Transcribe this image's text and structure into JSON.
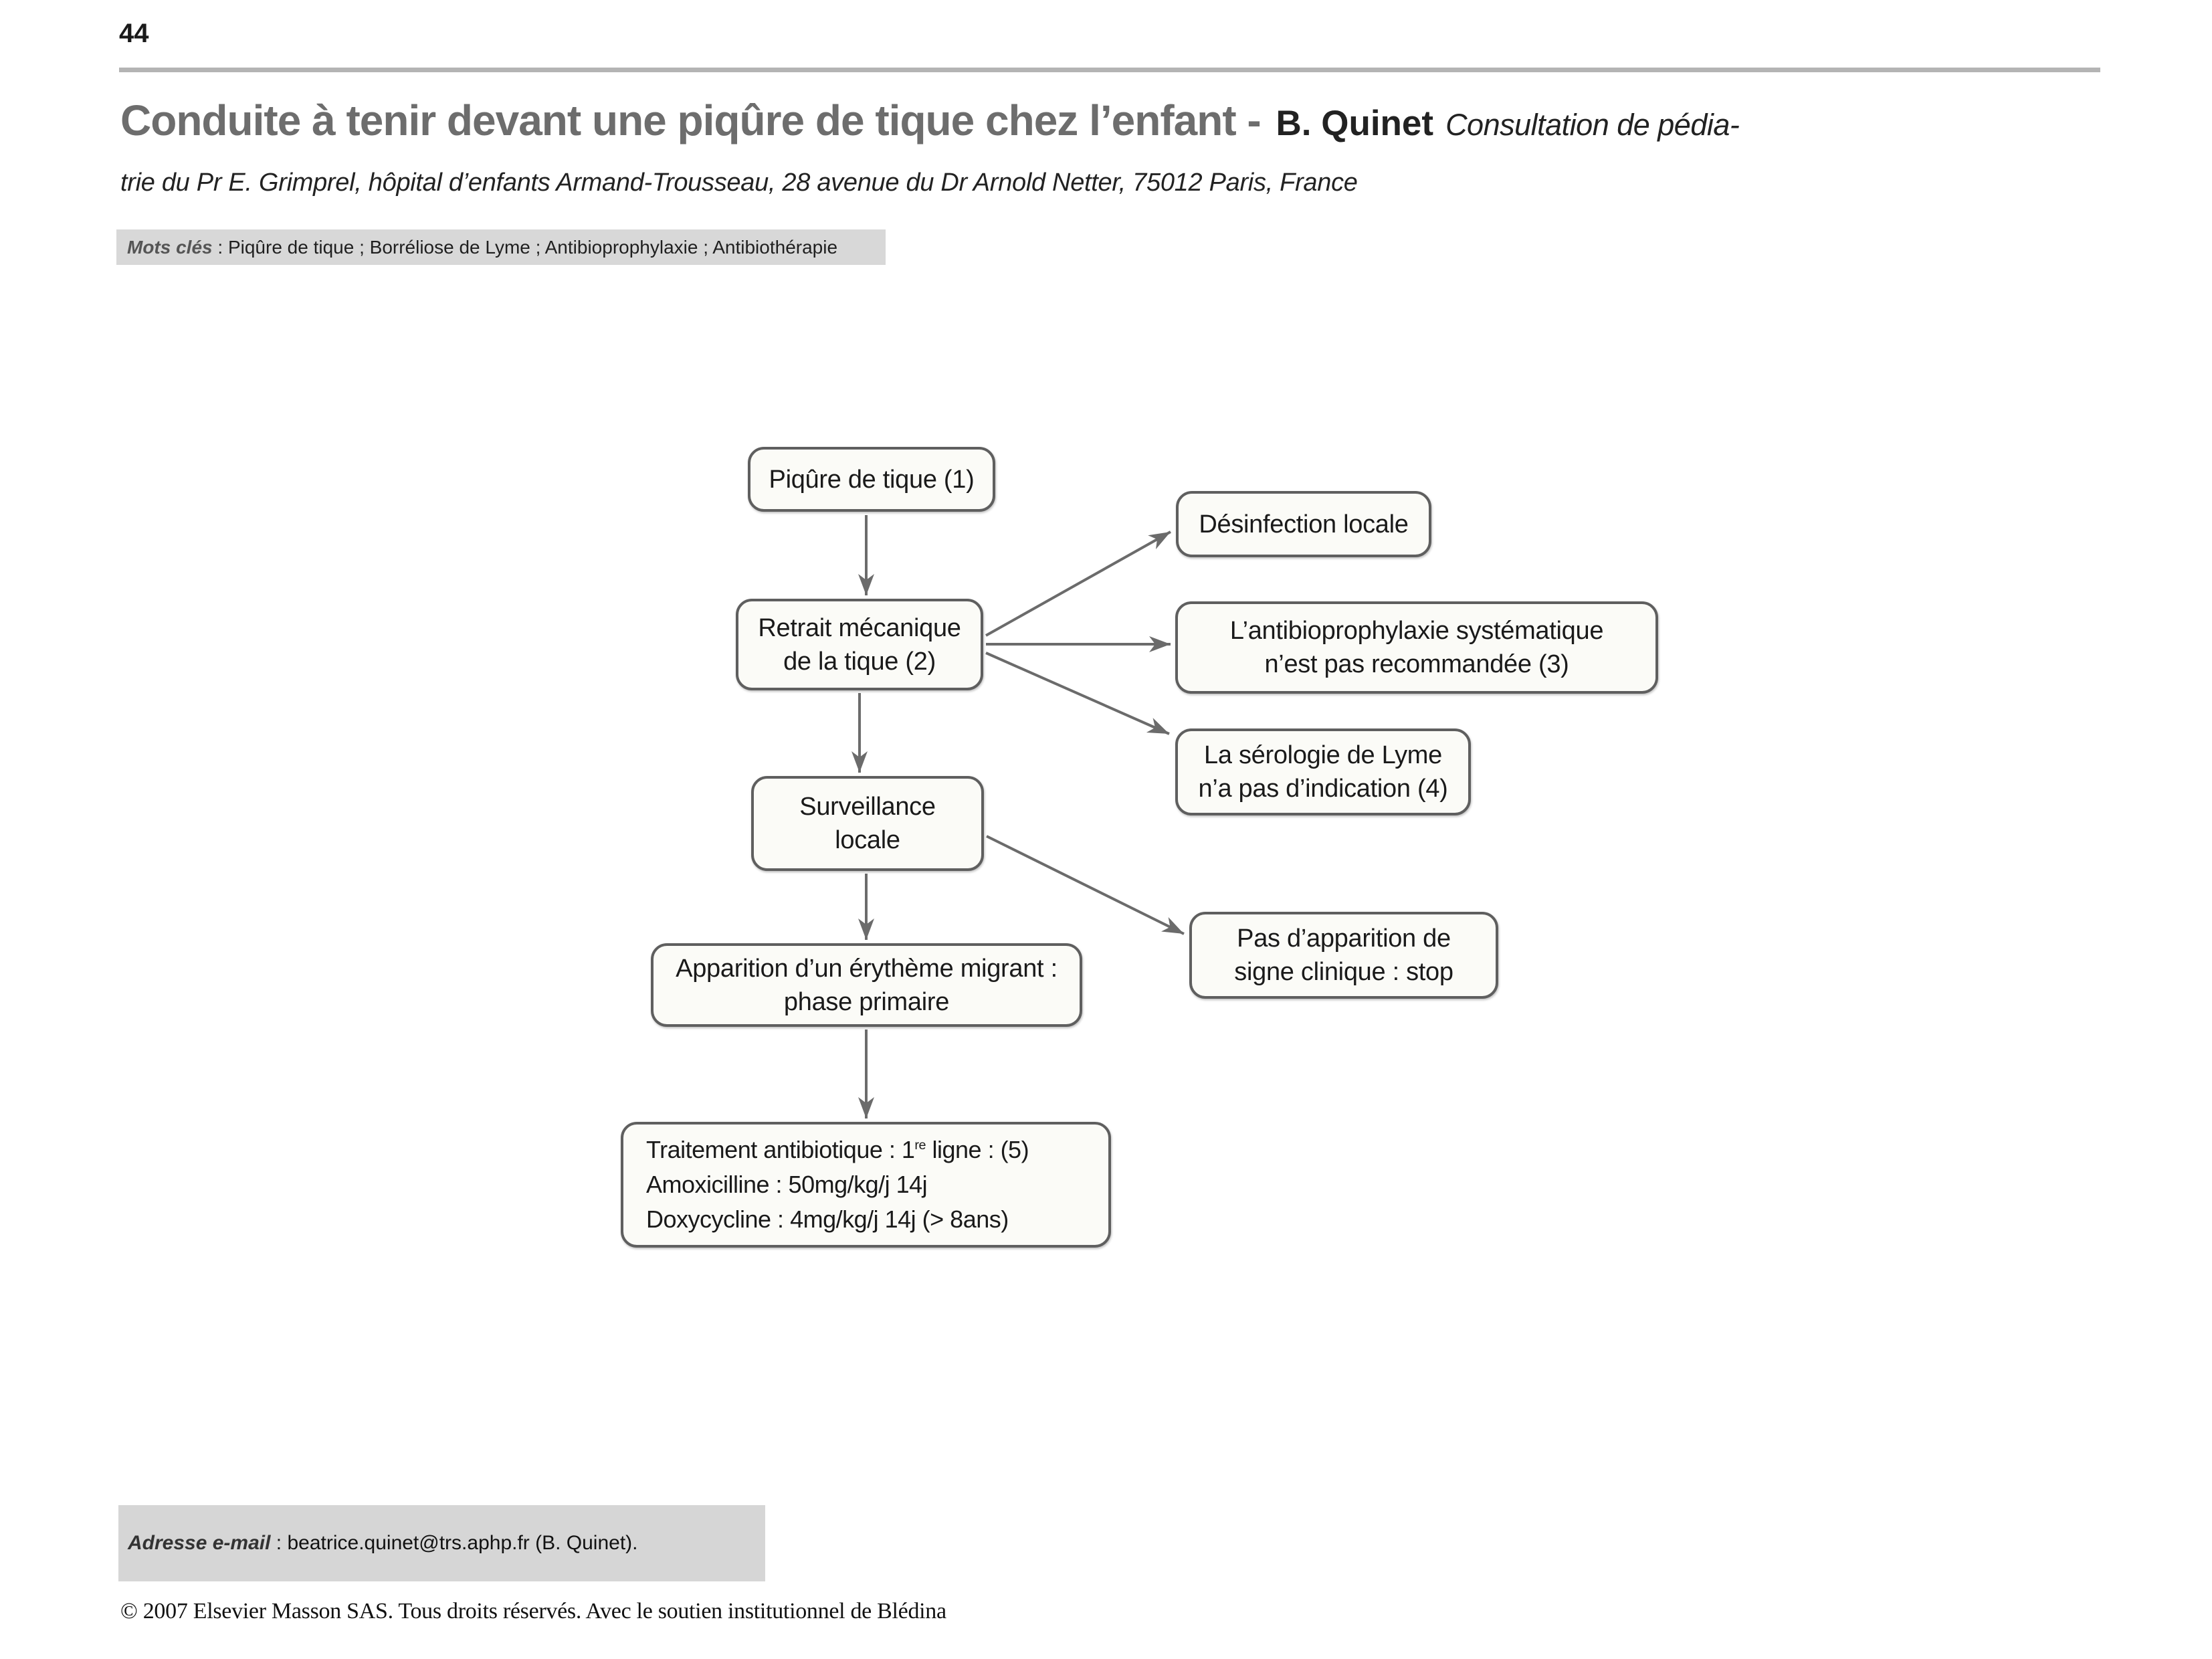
{
  "page": {
    "number": "44",
    "copyright": "© 2007 Elsevier Masson SAS. Tous droits réservés. Avec le soutien institutionnel de Blédina"
  },
  "header": {
    "title_main": "Conduite à tenir devant une piqûre de tique chez l’enfant - ",
    "author": "B. Quinet",
    "affiliation_line1": "Consultation de pédia-",
    "affiliation_line2": "trie du Pr E. Grimprel, hôpital d’enfants Armand-Trousseau, 28 avenue du Dr Arnold Netter, 75012 Paris, France"
  },
  "keywords": {
    "label": "Mots clés",
    "separator": " : ",
    "text": "Piqûre de tique ; Borréliose de Lyme ; Antibioprophylaxie ; Antibiothérapie"
  },
  "flowchart": {
    "boxes": {
      "tick_bite": {
        "lines": [
          "Piqûre de tique (1)"
        ]
      },
      "disinfection": {
        "lines": [
          "Désinfection locale"
        ]
      },
      "removal": {
        "lines": [
          "Retrait mécanique",
          "de la tique (2)"
        ]
      },
      "prophylaxis": {
        "lines": [
          "L’antibioprophylaxie systématique",
          "n’est pas recommandée (3)"
        ]
      },
      "serology": {
        "lines": [
          "La sérologie de Lyme",
          "n’a pas d’indication (4)"
        ]
      },
      "surveillance": {
        "lines": [
          "Surveillance",
          "locale"
        ]
      },
      "no_sign": {
        "lines": [
          "Pas d’apparition de",
          "signe clinique : stop"
        ]
      },
      "erythema": {
        "lines": [
          "Apparition d’un érythème migrant :",
          "phase primaire"
        ]
      },
      "treatment": {
        "line1_pre": "Traitement antibiotique : 1",
        "line1_sup": "re",
        "line1_post": " ligne : (5)",
        "line2": "Amoxicilline : 50mg/kg/j 14j",
        "line3": "Doxycycline : 4mg/kg/j 14j (> 8ans)"
      }
    }
  },
  "footer": {
    "email_label": "Adresse e-mail",
    "email_separator": " : ",
    "email_text": "beatrice.quinet@trs.aphp.fr (B. Quinet)."
  },
  "colors": {
    "title_gray": "#6d6d6d",
    "rule_gray": "#b4b4b4",
    "bar_gray": "#d8d8d8",
    "box_border": "#5f5f5f",
    "box_fill": "#fbfbf7",
    "arrow_gray": "#6b6b6b",
    "text_dark": "#1a1a1a"
  }
}
